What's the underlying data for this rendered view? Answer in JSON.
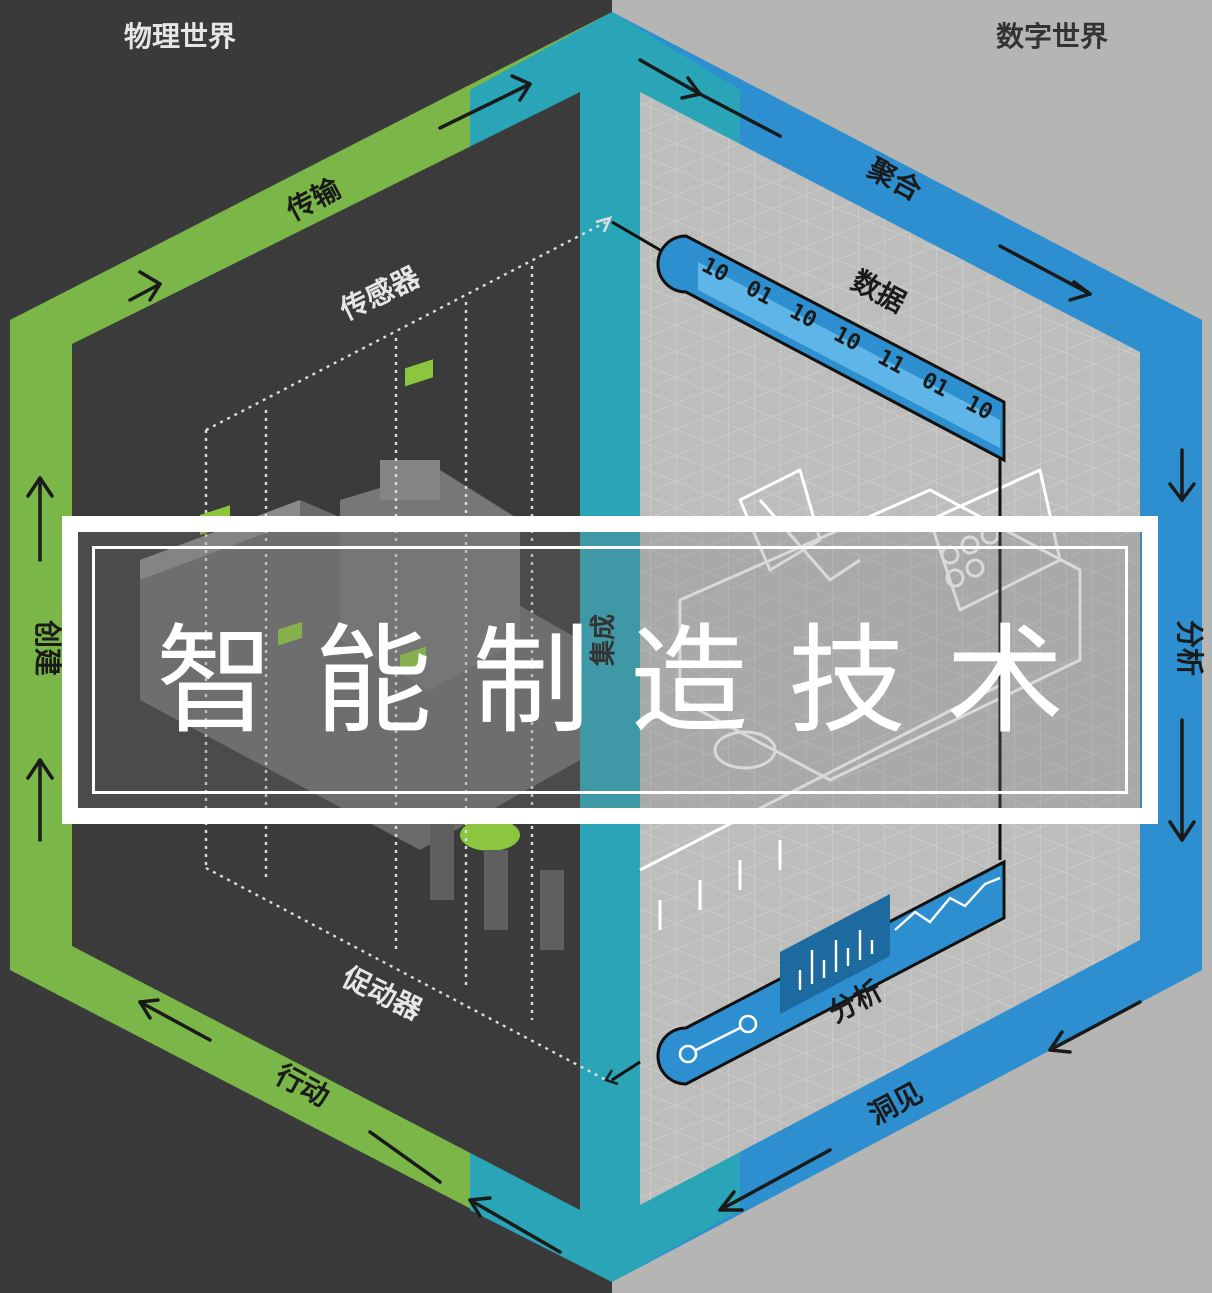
{
  "title": "智能制造技术",
  "physical_world": "物理世界",
  "digital_world": "数字世界",
  "cycle": {
    "transmit": "传输",
    "aggregate": "聚合",
    "analyze": "分析",
    "insight": "洞见",
    "action": "行动",
    "create": "创建"
  },
  "inner": {
    "sensor": "传感器",
    "actuator": "促动器",
    "integration": "集成",
    "data": "数据",
    "analytics": "分析"
  },
  "data_bits": [
    "10",
    "01",
    "10",
    "10",
    "11",
    "01",
    "10"
  ],
  "colors": {
    "physical_bg": "#3a3a3a",
    "digital_bg": "#b8b8b8",
    "green": "#7ab648",
    "blue": "#2d8fcf",
    "teal": "#2aa5b8"
  }
}
